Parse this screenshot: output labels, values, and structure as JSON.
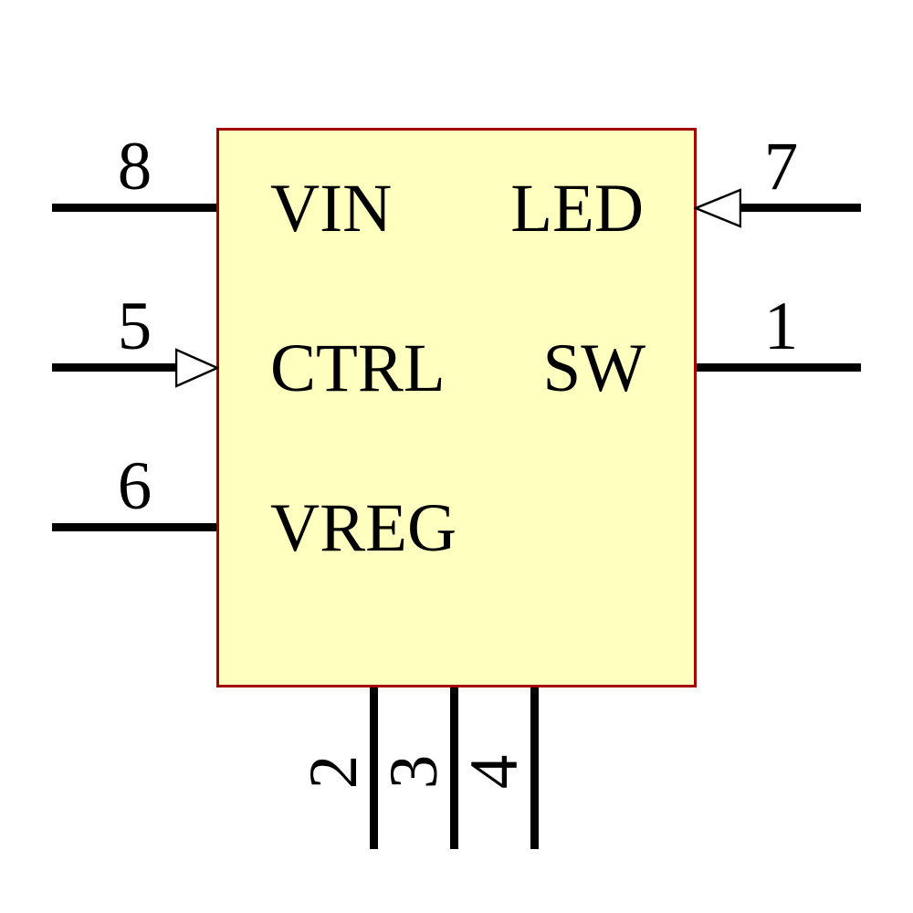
{
  "symbol": {
    "kind": "IC schematic symbol",
    "pin_labels": {
      "vin": "VIN",
      "ctrl": "CTRL",
      "vreg": "VREG",
      "led": "LED",
      "sw": "SW"
    },
    "pin_numbers": {
      "vin": "8",
      "ctrl": "5",
      "vreg": "6",
      "led": "7",
      "sw": "1",
      "bottom_a": "2",
      "bottom_b": "3",
      "bottom_c": "4"
    },
    "colors": {
      "body_fill": "#ffffc0",
      "body_border": "#a40000",
      "pin_line": "#000000",
      "text": "#000000",
      "arrowhead_fill": "#ffffff",
      "arrowhead_stroke": "#000000",
      "background": "#ffffff"
    }
  }
}
